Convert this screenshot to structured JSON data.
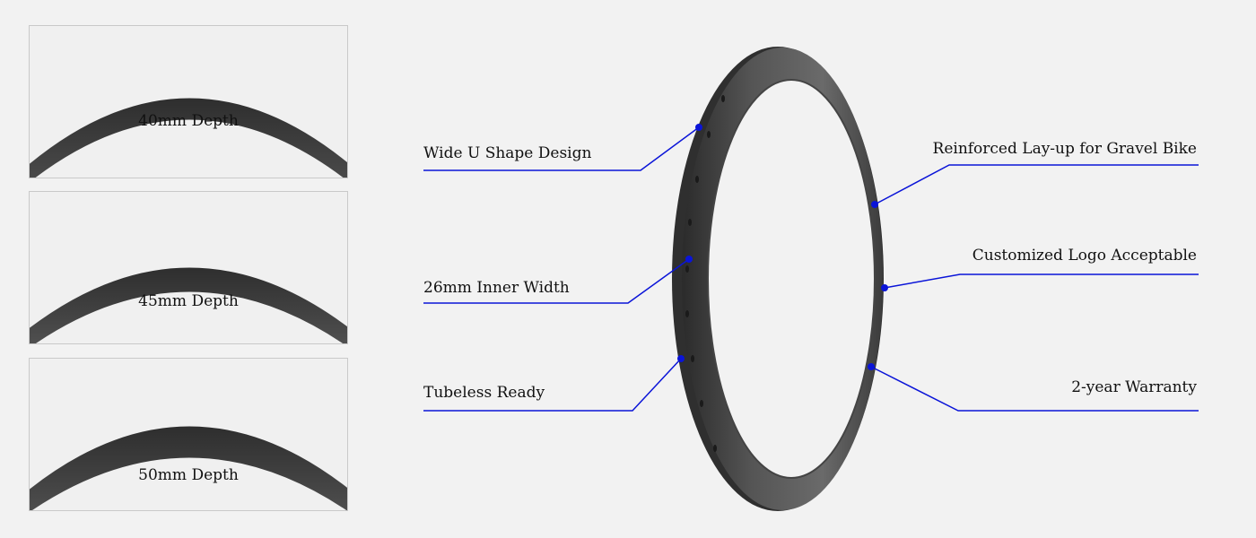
{
  "depth_options": [
    {
      "label": "40mm Depth"
    },
    {
      "label": "45mm Depth"
    },
    {
      "label": "50mm Depth"
    }
  ],
  "features_left": [
    {
      "label": "Wide U Shape Design"
    },
    {
      "label": "26mm Inner Width"
    },
    {
      "label": "Tubeless Ready"
    }
  ],
  "features_right": [
    {
      "label": "Reinforced Lay-up for Gravel Bike"
    },
    {
      "label": "Customized Logo Acceptable"
    },
    {
      "label": "2-year Warranty"
    }
  ],
  "colors": {
    "background": "#f2f2f2",
    "callout": "#0a14d8",
    "rim": "#3a3a3a"
  }
}
